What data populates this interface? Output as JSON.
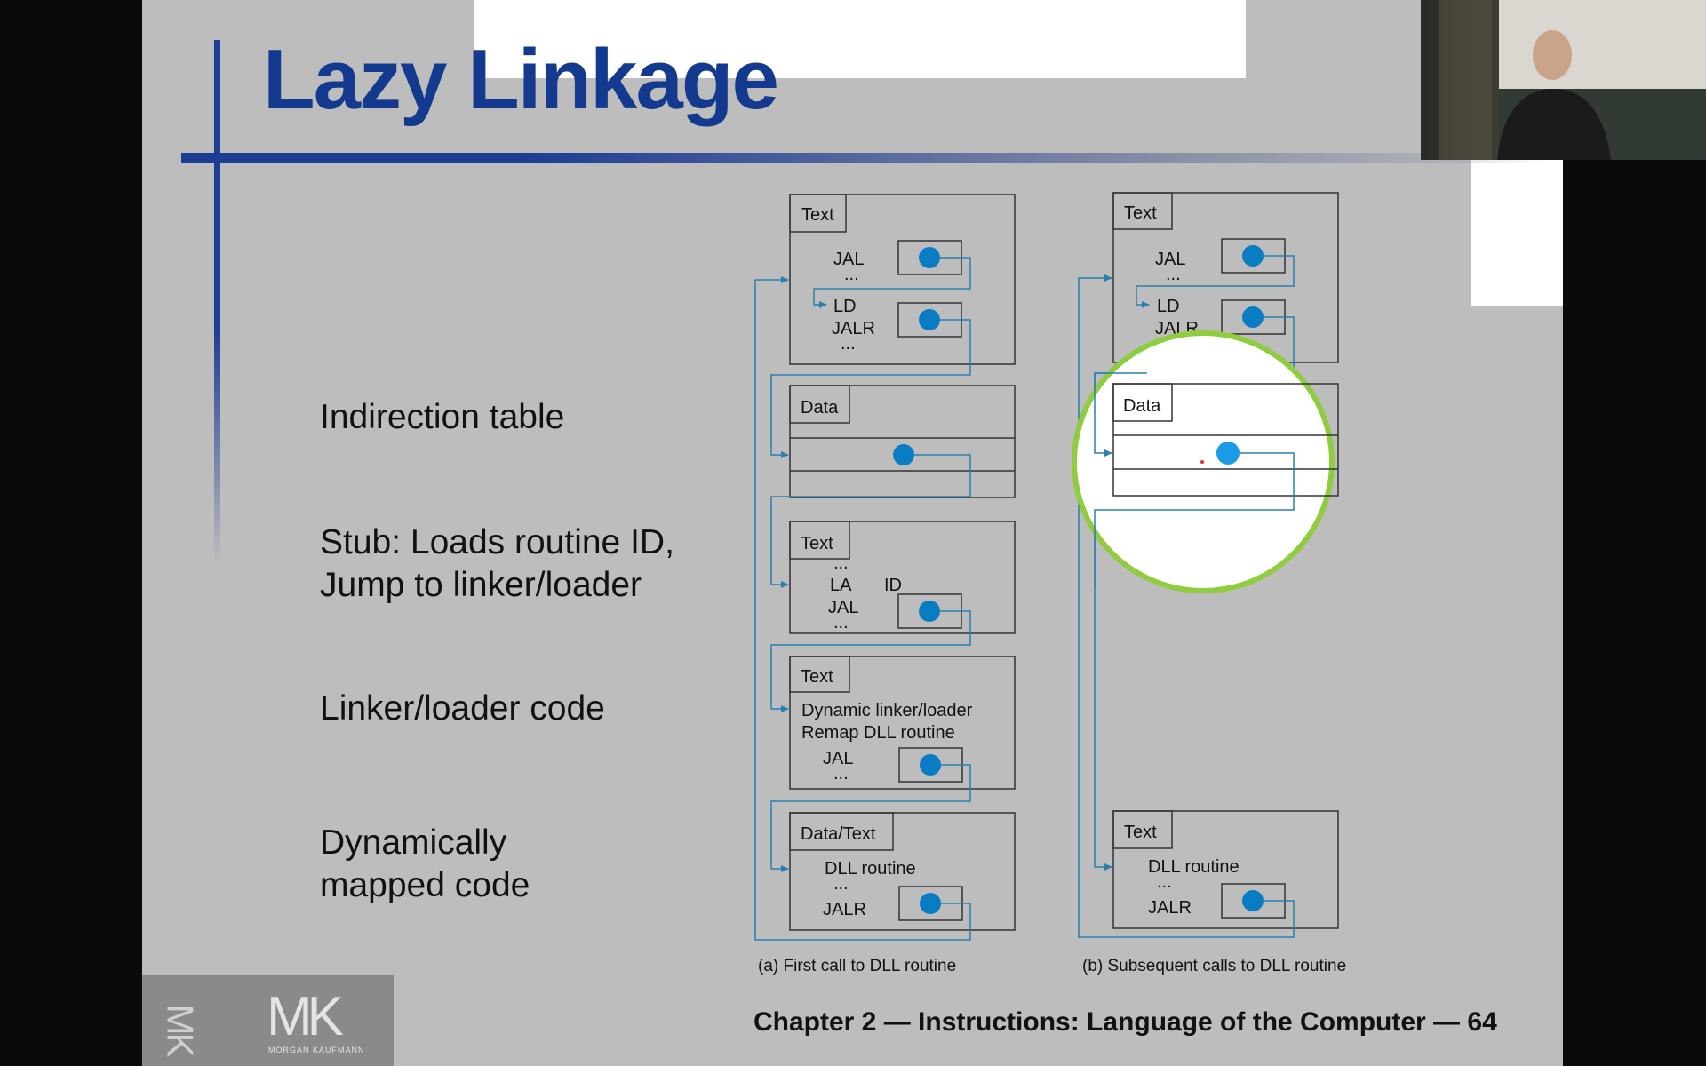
{
  "slide": {
    "title": "Lazy Linkage",
    "labels": {
      "indirection": "Indirection table",
      "stub_line1": "Stub: Loads routine ID,",
      "stub_line2": "Jump to linker/loader",
      "linker": "Linker/loader code",
      "dyn_line1": "Dynamically",
      "dyn_line2": "mapped code"
    },
    "footer": "Chapter 2 — Instructions: Language of the Computer — 64",
    "logo": {
      "vertical_mark": "MK",
      "mark": "MK",
      "subtitle": "MORGAN KAUFMANN"
    }
  },
  "diagram": {
    "panel_a": {
      "caption": "(a) First call to DLL routine",
      "box1": {
        "tag": "Text",
        "line1": "JAL",
        "line2": "...",
        "line3": "LD",
        "line4": "JALR",
        "line5": "..."
      },
      "box2": {
        "tag": "Data"
      },
      "box3": {
        "tag": "Text",
        "line1": "...",
        "line2": "LA",
        "line2b": "ID",
        "line3": "JAL",
        "line4": "..."
      },
      "box4": {
        "tag": "Text",
        "line1": "Dynamic linker/loader",
        "line2": "Remap DLL routine",
        "line3": "JAL",
        "line4": "..."
      },
      "box5": {
        "tag": "Data/Text",
        "line1": "DLL routine",
        "line2": "...",
        "line3": "JALR"
      }
    },
    "panel_b": {
      "caption": "(b) Subsequent calls to DLL routine",
      "box1": {
        "tag": "Text",
        "line1": "JAL",
        "line2": "...",
        "line3": "LD",
        "line4": "JALR",
        "line5": "..."
      },
      "box2": {
        "tag": "Data"
      },
      "box3": {
        "tag": "Text",
        "line1": "DLL routine",
        "line2": "...",
        "line3": "JALR"
      }
    }
  },
  "colors": {
    "title": "#143a8f",
    "accent_bar": "#1c3d94",
    "dot": "#0a7cc4",
    "arrow": "#2b7fb0",
    "magnifier_ring": "#8fcc3f",
    "slide_bg": "#bdbdbd"
  }
}
